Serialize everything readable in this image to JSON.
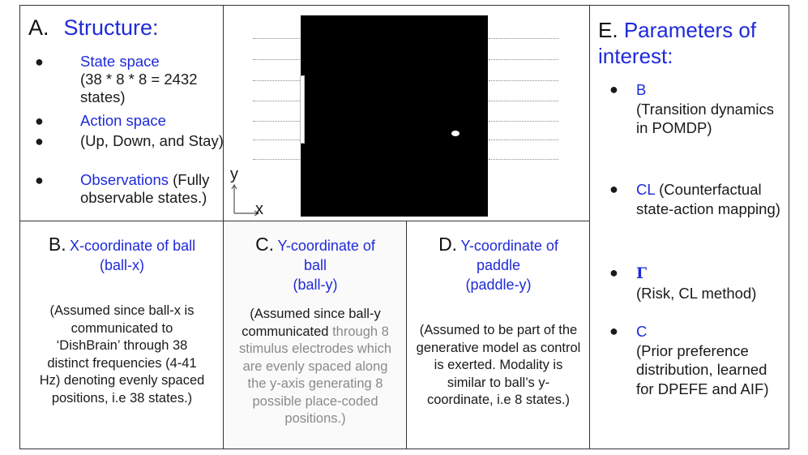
{
  "structure": {
    "letter": "A.",
    "title": "Structure:",
    "bullets": [
      {
        "term": "State space",
        "detail": "(38 * 8 * 8 = 2432 states)"
      },
      {
        "term": "Action space",
        "detail": ""
      },
      {
        "term": "",
        "detail": "(Up, Down, and Stay)"
      },
      {
        "term": "Observations",
        "detail": " (Fully observable states.)"
      }
    ]
  },
  "game_image": {
    "y_axis": "y",
    "x_axis": "x"
  },
  "ball_x": {
    "letter": "B.",
    "title_line1": "X-coordinate of ball",
    "title_line2": "(ball-x)",
    "description": "(Assumed since ball-x is communicated to ‘DishBrain’ through 38 distinct frequencies (4-41 Hz) denoting evenly spaced positions, i.e 38 states.)"
  },
  "ball_y": {
    "letter": "C.",
    "title_line1": "Y-coordinate of",
    "title_line2": "ball",
    "title_line3": "(ball-y)",
    "desc_black": "(Assumed since ball-y communicated",
    "desc_grey": " through 8 stimulus electrodes which are evenly spaced along the y-axis generating 8 possible place-coded positions.)"
  },
  "paddle_y": {
    "letter": "D.",
    "title_line1": "Y-coordinate of",
    "title_line2": "paddle",
    "title_line3": "(paddle-y)",
    "description": "(Assumed to be part of the generative model as control is exerted. Modality is similar to ball’s y-coordinate, i.e 8 states.)"
  },
  "parameters": {
    "letter": "E.",
    "title": "Parameters of interest:",
    "items": [
      {
        "symbol": "B",
        "detail": "(Transition dynamics in POMDP)"
      },
      {
        "symbol": "CL",
        "detail": " (Counterfactual state-action mapping)"
      },
      {
        "symbol": "Γ",
        "detail": "(Risk, CL method)"
      },
      {
        "symbol": "C",
        "detail": "(Prior preference distribution, learned for DPEFE and AIF)"
      }
    ]
  }
}
